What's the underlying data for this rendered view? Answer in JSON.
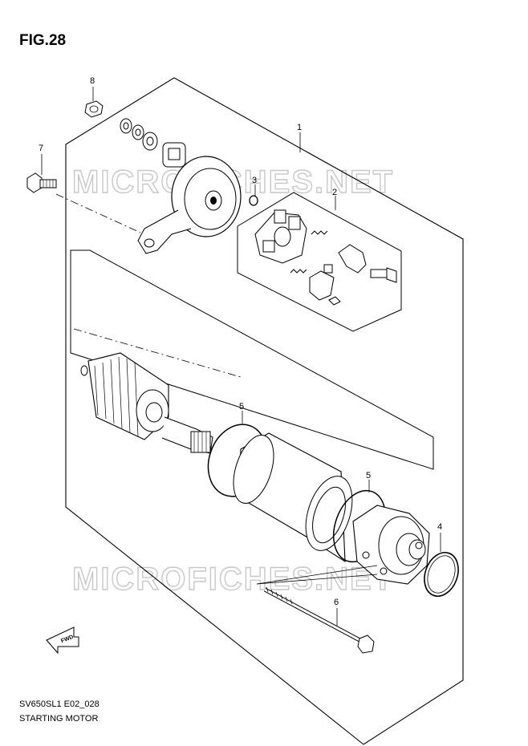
{
  "figure": {
    "title": "FIG.28",
    "code": "SV650SL1 E02_028",
    "caption": "STARTING MOTOR"
  },
  "watermark": {
    "text": "MICROFICHES.NET"
  },
  "direction_marker": {
    "label": "FWD"
  },
  "callouts": [
    {
      "id": "1",
      "label": "1",
      "part": "starting-motor-assembly"
    },
    {
      "id": "2",
      "label": "2",
      "part": "brush-holder-set"
    },
    {
      "id": "3",
      "label": "3",
      "part": "o-ring-small"
    },
    {
      "id": "4",
      "label": "4",
      "part": "o-ring"
    },
    {
      "id": "5a",
      "label": "5",
      "part": "o-ring-housing-rear"
    },
    {
      "id": "5b",
      "label": "5",
      "part": "o-ring-housing-front"
    },
    {
      "id": "6",
      "label": "6",
      "part": "through-bolt"
    },
    {
      "id": "7",
      "label": "7",
      "part": "mounting-bolt"
    },
    {
      "id": "8",
      "label": "8",
      "part": "nut"
    }
  ],
  "colors": {
    "line": "#000000",
    "watermark": "#c8c8c8"
  }
}
